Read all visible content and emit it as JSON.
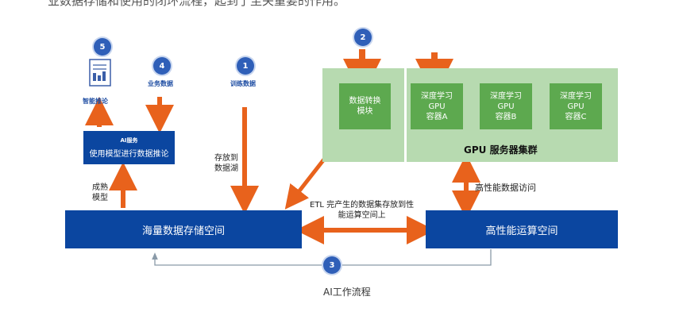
{
  "top_text": "业数据存储和使用的闭环流程，起到了至关重要的作用。",
  "steps": {
    "s1": "1",
    "s2": "2",
    "s3": "3",
    "s4": "4",
    "s5": "5"
  },
  "labels": {
    "training_data": "训练数据",
    "business_data": "业务数据",
    "smart_inference": "智能推论",
    "ai_service_title": "AI服务",
    "ai_service_desc": "使用模型进行数据推论",
    "mature_model_1": "成熟",
    "mature_model_2": "模型",
    "store_to_lake_1": "存放到",
    "store_to_lake_2": "数据湖",
    "etl_1": "ETL 完产生的数据集存放到性",
    "etl_2": "能运算空间上",
    "hp_access": "高性能数据访问",
    "storage": "海量数据存储空间",
    "compute": "高性能运算空间",
    "gpu_cluster": "GPU 服务器集群",
    "caption": "AI工作流程"
  },
  "gpu_boxes": [
    {
      "l1": "数据转换",
      "l2": "模块",
      "l3": ""
    },
    {
      "l1": "深度学习",
      "l2": "GPU",
      "l3": "容器A"
    },
    {
      "l1": "深度学习",
      "l2": "GPU",
      "l3": "容器B"
    },
    {
      "l1": "深度学习",
      "l2": "GPU",
      "l3": "容器C"
    }
  ],
  "colors": {
    "orange": "#e8621c",
    "blue": "#0b46a0",
    "green": "#5da94f",
    "green_bg": "#b7dab0"
  }
}
